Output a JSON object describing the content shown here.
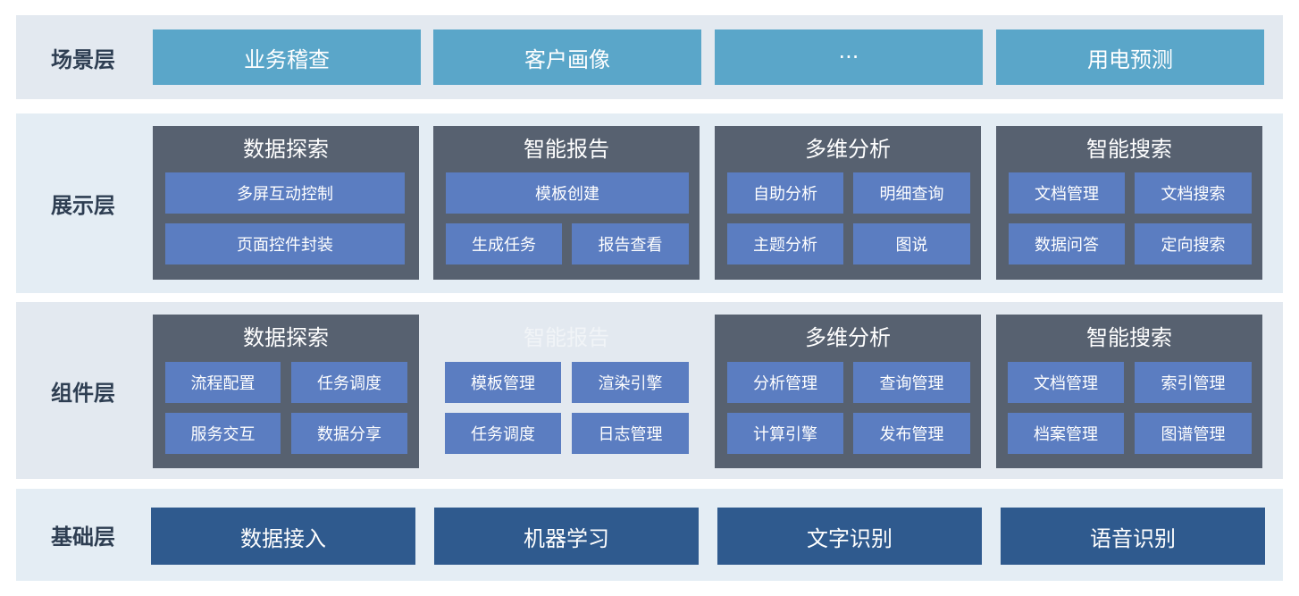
{
  "layers": {
    "scene": {
      "label": "场景层",
      "items": [
        "业务稽查",
        "客户画像",
        "···",
        "用电预测"
      ]
    },
    "display": {
      "label": "展示层",
      "panels": [
        {
          "title": "数据探索",
          "items": [
            "多屏互动控制",
            "页面控件封装"
          ]
        },
        {
          "title": "智能报告",
          "items": [
            "模板创建",
            "生成任务",
            "报告查看"
          ]
        },
        {
          "title": "多维分析",
          "items": [
            "自助分析",
            "明细查询",
            "主题分析",
            "图说"
          ]
        },
        {
          "title": "智能搜索",
          "items": [
            "文档管理",
            "文档搜索",
            "数据问答",
            "定向搜索"
          ]
        }
      ]
    },
    "component": {
      "label": "组件层",
      "panels": [
        {
          "title": "数据探索",
          "items": [
            "流程配置",
            "任务调度",
            "服务交互",
            "数据分享"
          ]
        },
        {
          "title": "智能报告",
          "items": [
            "模板管理",
            "渲染引擎",
            "任务调度",
            "日志管理"
          ]
        },
        {
          "title": "多维分析",
          "items": [
            "分析管理",
            "查询管理",
            "计算引擎",
            "发布管理"
          ]
        },
        {
          "title": "智能搜索",
          "items": [
            "文档管理",
            "索引管理",
            "档案管理",
            "图谱管理"
          ]
        }
      ]
    },
    "base": {
      "label": "基础层",
      "items": [
        "数据接入",
        "机器学习",
        "文字识别",
        "语音识别"
      ]
    }
  },
  "colors": {
    "layer_bg_light": "#e3e9f0",
    "layer_bg_alt": "#e4edf4",
    "scene_box": "#5aa6c9",
    "panel": "#576170",
    "item": "#5b7dc1",
    "base_box": "#2f5a8e",
    "label_text": "#2e3e52"
  }
}
